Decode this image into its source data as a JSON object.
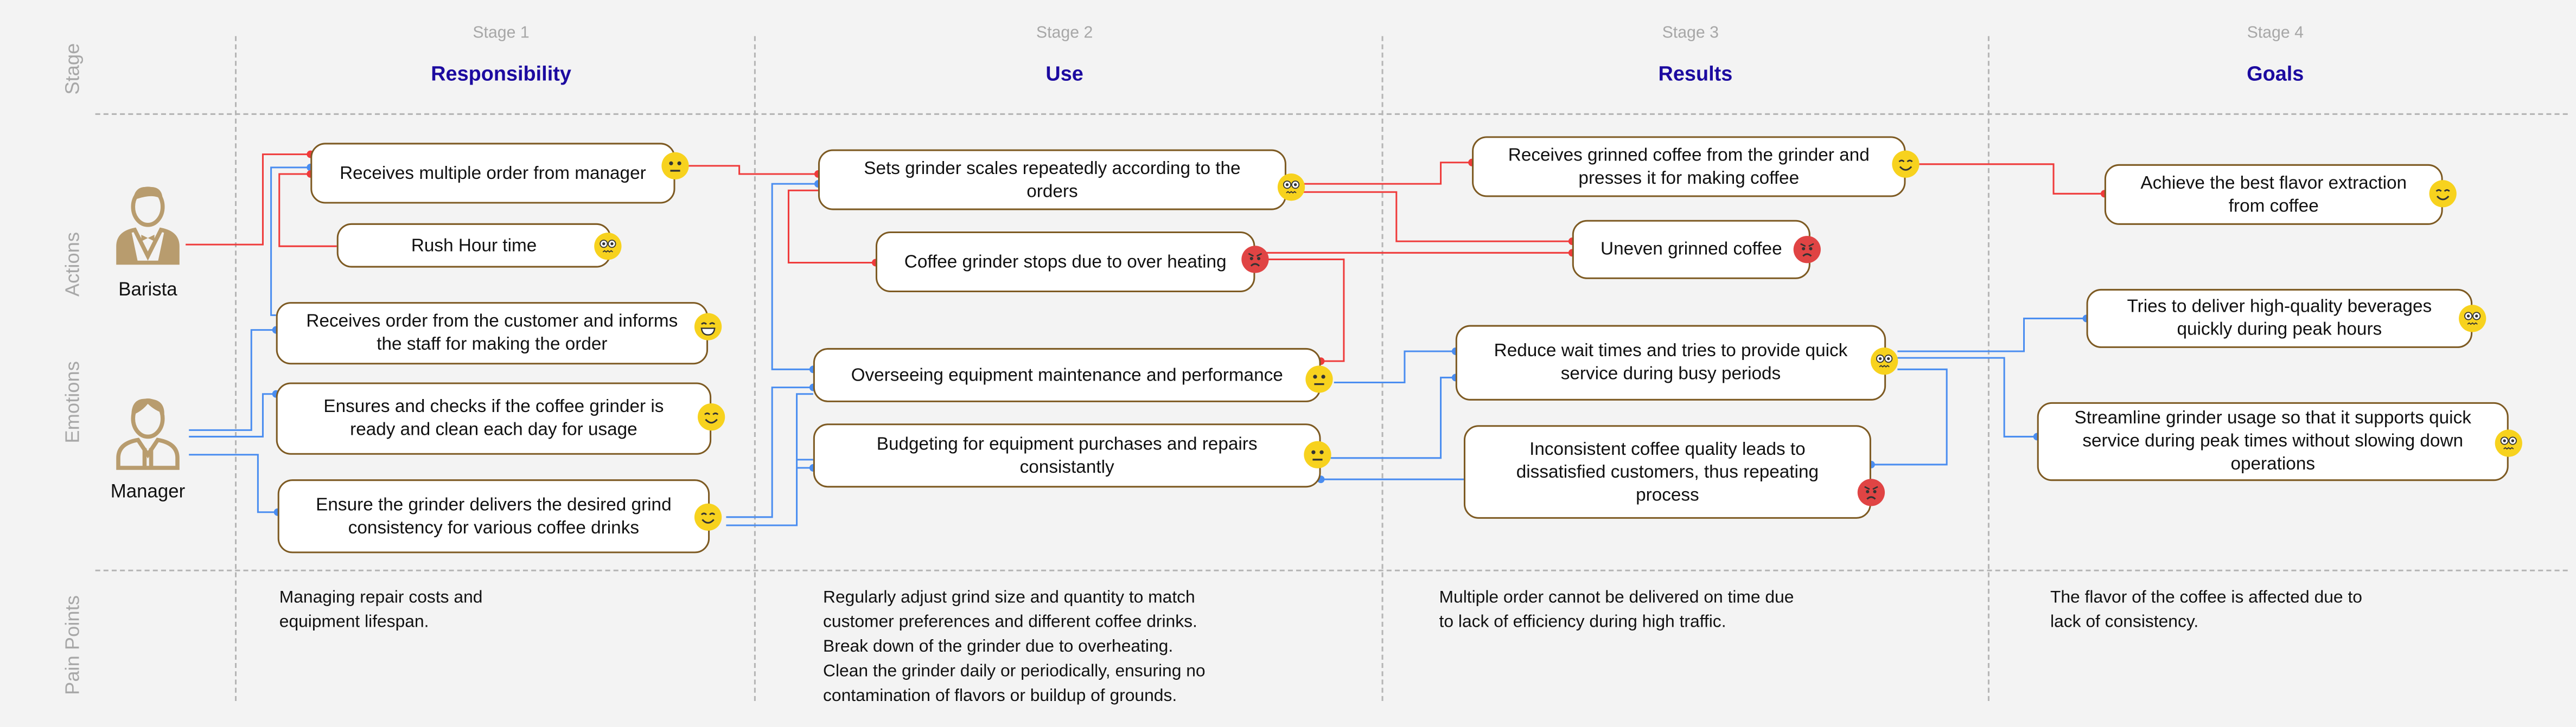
{
  "row_labels": {
    "stage": "Stage",
    "actions": "Actions",
    "emotions": "Emotions",
    "pain_points": "Pain Points"
  },
  "stages": [
    {
      "number": "Stage 1",
      "title": "Responsibility"
    },
    {
      "number": "Stage 2",
      "title": "Use"
    },
    {
      "number": "Stage 3",
      "title": "Results"
    },
    {
      "number": "Stage 4",
      "title": "Goals"
    }
  ],
  "personas": [
    {
      "name": "Barista",
      "icon": "barista-icon"
    },
    {
      "name": "Manager",
      "icon": "manager-icon"
    }
  ],
  "actions": [
    {
      "text": "Receives multiple order from manager",
      "emotion": "neutral"
    },
    {
      "text": "Rush Hour time",
      "emotion": "worried"
    },
    {
      "text": "Receives order from the customer and informs the staff for making the order",
      "emotion": "grin"
    },
    {
      "text": "Ensures and checks if the coffee grinder is ready and clean each day for usage",
      "emotion": "smile"
    },
    {
      "text": "Ensure the grinder delivers the desired grind consistency for various coffee drinks",
      "emotion": "smile"
    },
    {
      "text": "Sets grinder scales repeatedly according to the orders",
      "emotion": "worried"
    },
    {
      "text": "Coffee grinder stops due to over heating",
      "emotion": "angry"
    },
    {
      "text": "Overseeing equipment maintenance and performance",
      "emotion": "neutral"
    },
    {
      "text": "Budgeting for equipment purchases and repairs consistantly",
      "emotion": "neutral"
    },
    {
      "text": "Receives grinned coffee from the grinder and presses it for making coffee",
      "emotion": "smile"
    },
    {
      "text": "Uneven grinned coffee",
      "emotion": "angry"
    },
    {
      "text": "Reduce wait times and tries to provide quick service during busy periods",
      "emotion": "worried"
    },
    {
      "text": "Inconsistent coffee quality leads to dissatisfied customers, thus repeating process",
      "emotion": "angry"
    },
    {
      "text": "Achieve the best flavor extraction from coffee",
      "emotion": "smile"
    },
    {
      "text": "Tries to deliver high-quality beverages quickly during peak hours",
      "emotion": "worried"
    },
    {
      "text": "Streamline grinder usage so that it supports quick service during peak times without slowing down operations",
      "emotion": "worried"
    }
  ],
  "pain_points": [
    "Managing repair costs and\nequipment lifespan.",
    "Regularly adjust grind size and quantity to match\ncustomer preferences and different coffee drinks.\nBreak down of the grinder due to overheating.\nClean the grinder daily or periodically, ensuring no\ncontamination of flavors or buildup of grounds.",
    "Multiple order cannot be delivered on time due\nto lack of efficiency during high traffic.",
    "The flavor of the coffee is affected due to\nlack of consistency."
  ],
  "colors": {
    "title": "#1c0aa0",
    "box_border": "#7d5a22",
    "persona": "#b89c6e",
    "barista_link": "#ef3b3b",
    "manager_link": "#4a8df0",
    "emoji_yellow": "#f7d21e",
    "emoji_red": "#e04444"
  }
}
